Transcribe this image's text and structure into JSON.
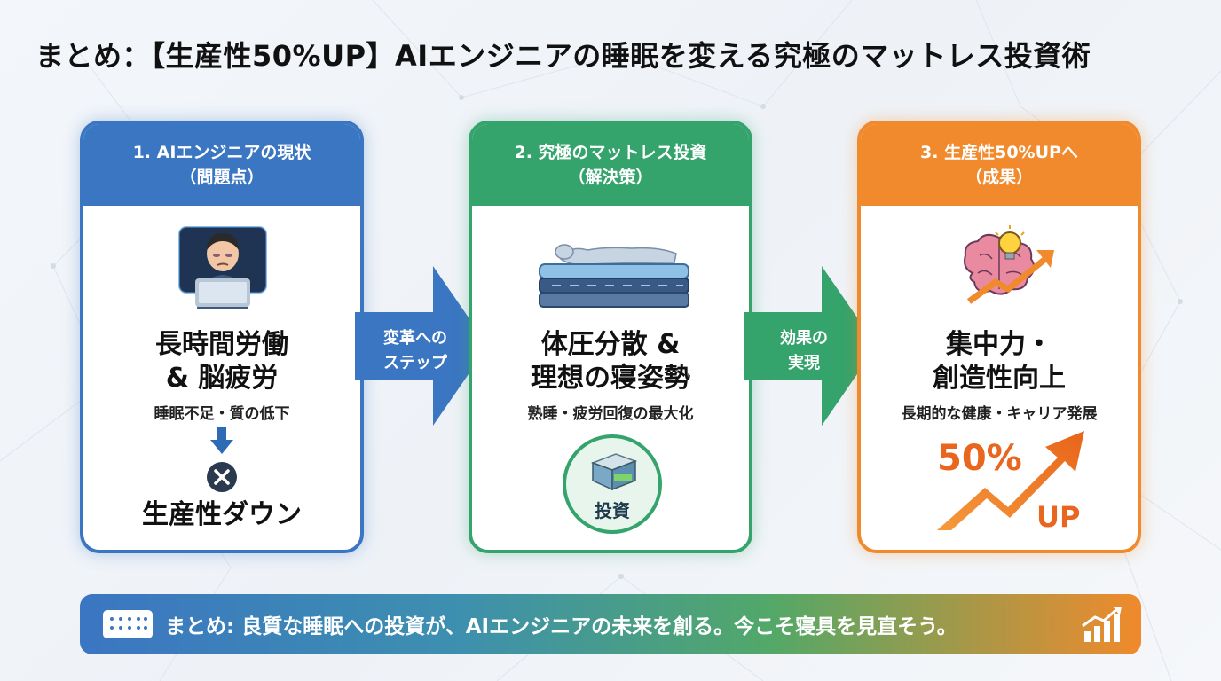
{
  "title": "まとめ：【生産性50%UP】AIエンジニアの睡眠を変える究極のマットレス投資術",
  "steps": [
    {
      "head_line1": "1. AIエンジニアの現状",
      "head_line2": "（問題点）",
      "main_line1": "長時間労働",
      "main_line2": "& 脳疲労",
      "sub": "睡眠不足・質の低下",
      "result": "生産性ダウン"
    },
    {
      "head_line1": "2. 究極のマットレス投資",
      "head_line2": "（解決策）",
      "main_line1": "体圧分散 &",
      "main_line2": "理想の寝姿勢",
      "sub": "熟睡・疲労回復の最大化",
      "badge": "投資"
    },
    {
      "head_line1": "3. 生産性50%UPへ",
      "head_line2": "（成果）",
      "main_line1": "集中力・",
      "main_line2": "創造性向上",
      "sub": "長期的な健康・キャリア発展",
      "big_percent": "50%",
      "up_label": "UP"
    }
  ],
  "arrows": [
    {
      "line1": "変革への",
      "line2": "ステップ"
    },
    {
      "line1": "効果の",
      "line2": "実現"
    }
  ],
  "summary": "まとめ: 良質な睡眠への投資が、AIエンジニアの未来を創る。今こそ寝具を見直そう。",
  "colors": {
    "blue": "#3b76c2",
    "green": "#34a36c",
    "orange": "#f08a2c"
  }
}
